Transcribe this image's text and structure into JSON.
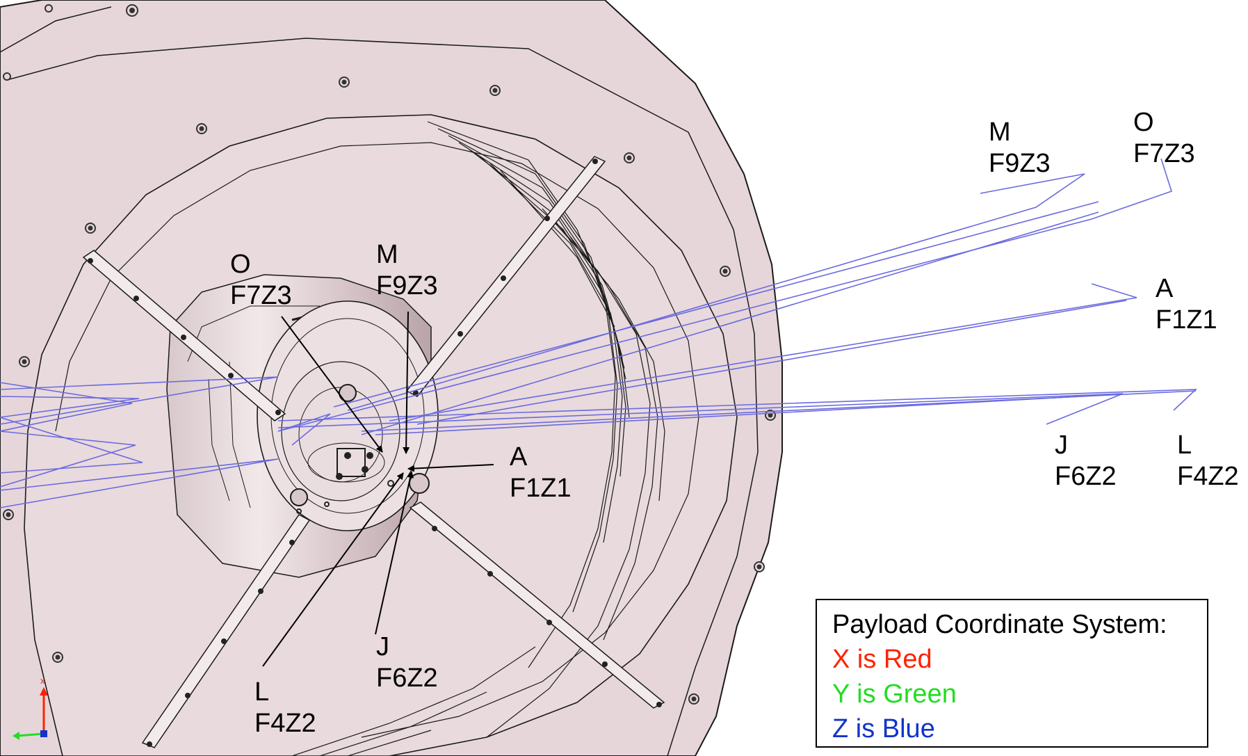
{
  "labels": {
    "center_O": {
      "id": "O",
      "fiber": "F7Z3"
    },
    "center_M": {
      "id": "M",
      "fiber": "F9Z3"
    },
    "center_A": {
      "id": "A",
      "fiber": "F1Z1"
    },
    "center_J": {
      "id": "J",
      "fiber": "F6Z2"
    },
    "center_L": {
      "id": "L",
      "fiber": "F4Z2"
    },
    "right_M": {
      "id": "M",
      "fiber": "F9Z3"
    },
    "right_O": {
      "id": "O",
      "fiber": "F7Z3"
    },
    "right_A": {
      "id": "A",
      "fiber": "F1Z1"
    },
    "right_J": {
      "id": "J",
      "fiber": "F6Z2"
    },
    "right_L": {
      "id": "L",
      "fiber": "F4Z2"
    }
  },
  "legend": {
    "title": "Payload Coordinate System:",
    "x_line": "X is Red",
    "y_line": "Y is Green",
    "z_line": "Z is Blue"
  },
  "axis_triad": {
    "x_label": "x"
  },
  "colors": {
    "background": "#ffffff",
    "part_fill": "#e6d6da",
    "part_stroke": "#1a1a1a",
    "ray": "#6a6adf",
    "x_axis": "#ff2200",
    "y_axis": "#22dd22",
    "z_axis": "#1133cc"
  }
}
